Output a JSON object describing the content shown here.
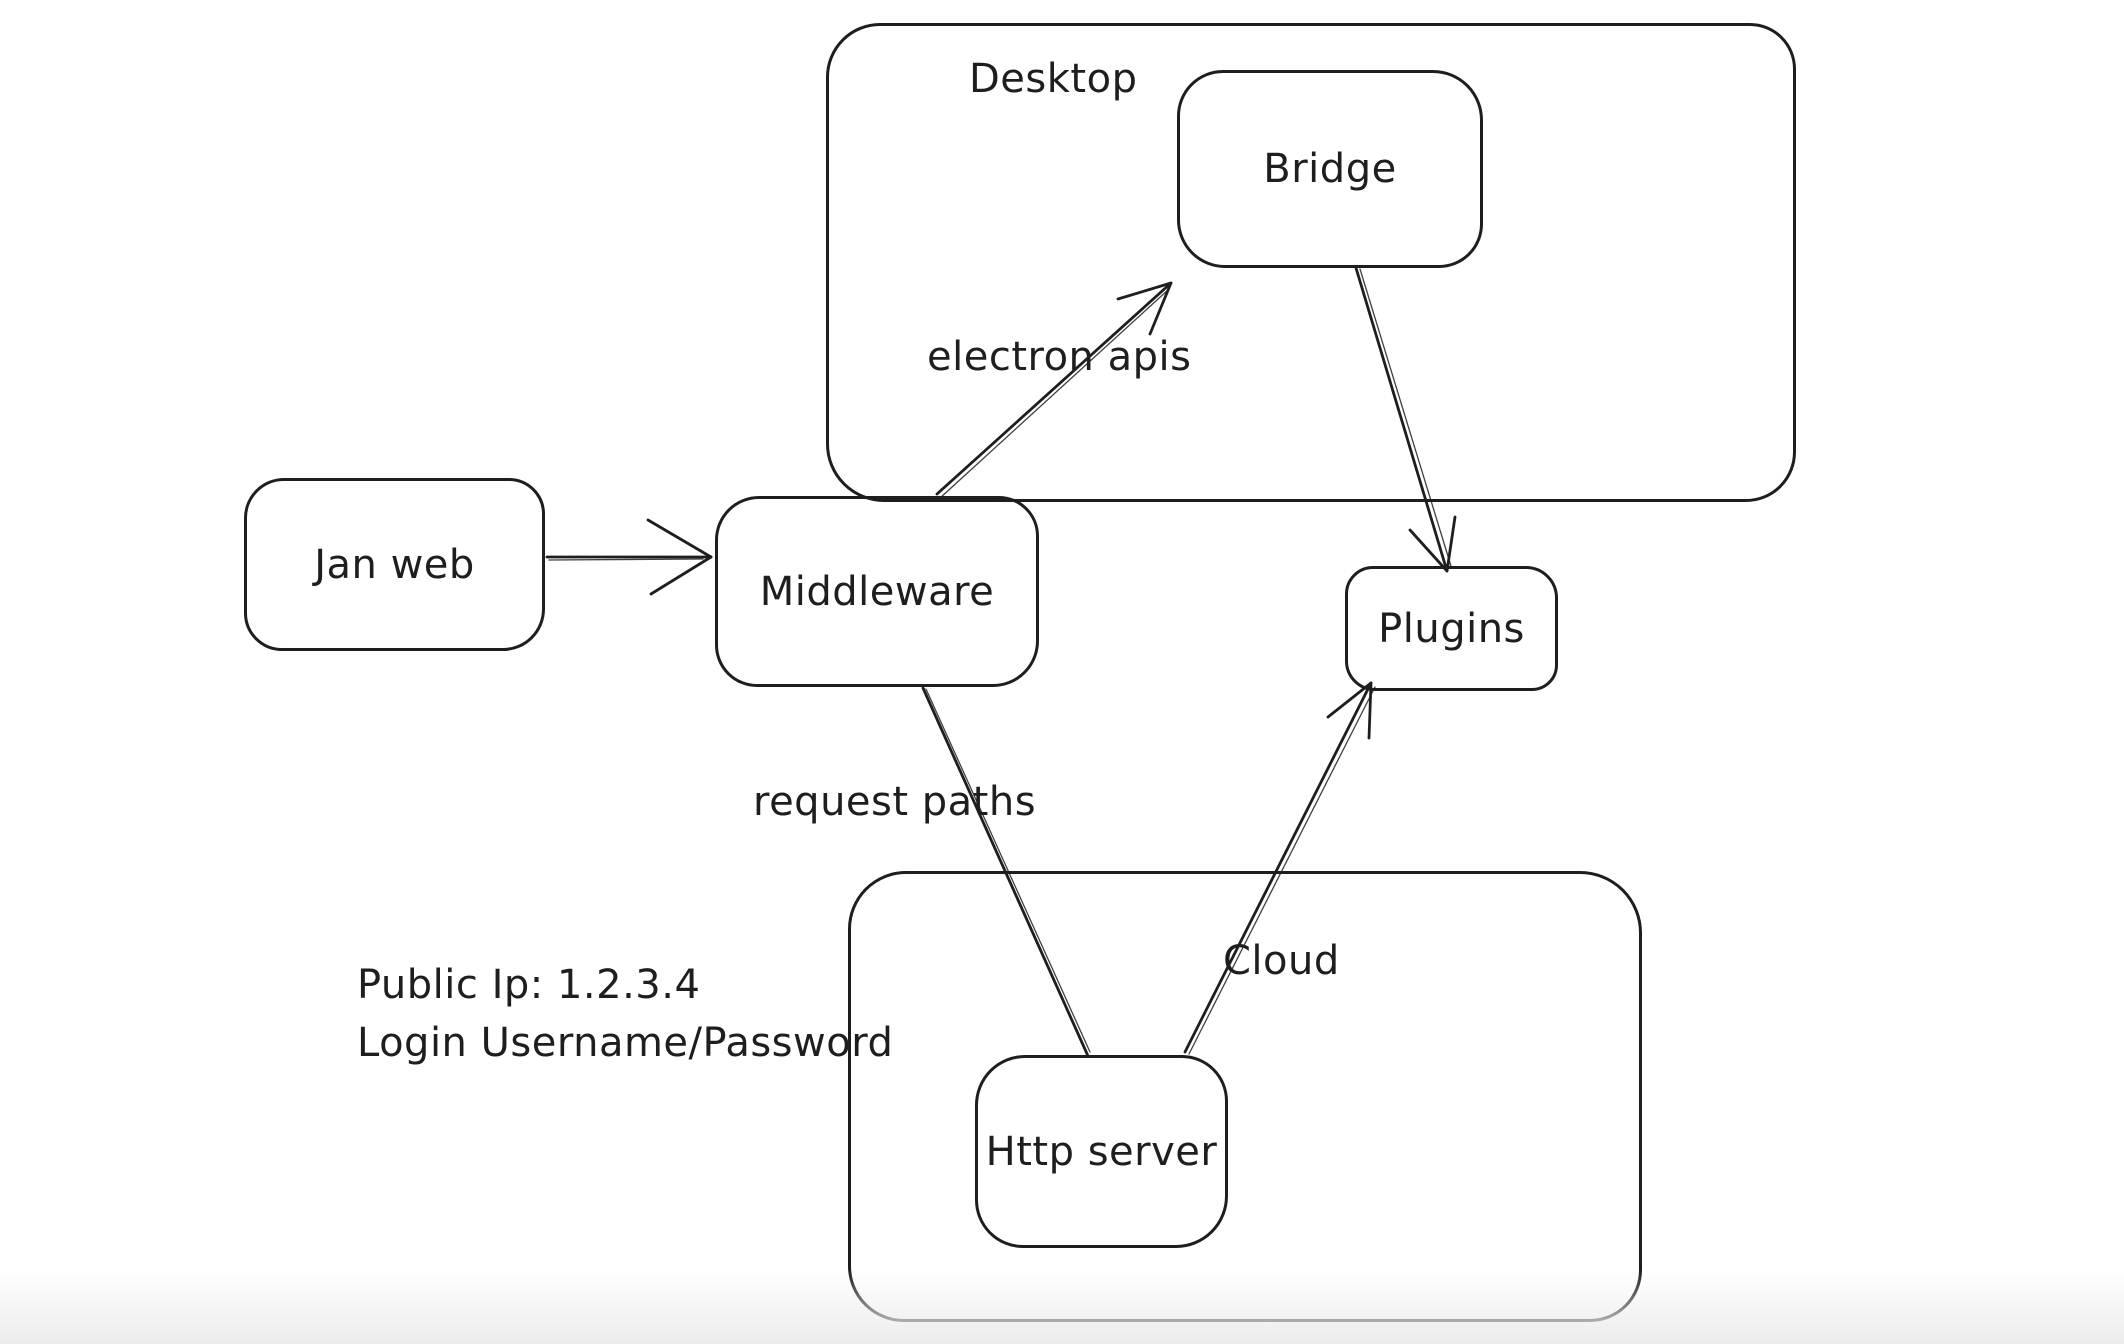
{
  "canvas": {
    "background": "#ffffff",
    "stroke_color": "#1e1e1e",
    "text_color": "#1e1e1e",
    "bottom_fade_color": "#ececec"
  },
  "containers": {
    "desktop": {
      "label": "Desktop"
    },
    "cloud": {
      "label": "Cloud"
    }
  },
  "nodes": {
    "jan_web": {
      "label": "Jan web"
    },
    "middleware": {
      "label": "Middleware"
    },
    "bridge": {
      "label": "Bridge"
    },
    "plugins": {
      "label": "Plugins"
    },
    "http_server": {
      "label": "Http server"
    }
  },
  "edges": [
    {
      "from": "Jan web",
      "to": "Middleware",
      "arrowhead": "end",
      "label": ""
    },
    {
      "from": "Middleware",
      "to": "Bridge",
      "arrowhead": "end",
      "label": "electron apis"
    },
    {
      "from": "Bridge",
      "to": "Plugins",
      "arrowhead": "end",
      "label": ""
    },
    {
      "from": "Middleware",
      "to": "Http server",
      "arrowhead": "none",
      "label": "request paths"
    },
    {
      "from": "Http server",
      "to": "Plugins",
      "arrowhead": "end",
      "label": ""
    }
  ],
  "edge_labels": {
    "electron_apis": "electron apis",
    "request_paths": "request paths"
  },
  "note": {
    "line1": "Public Ip: 1.2.3.4",
    "line2": "Login Username/Password"
  }
}
